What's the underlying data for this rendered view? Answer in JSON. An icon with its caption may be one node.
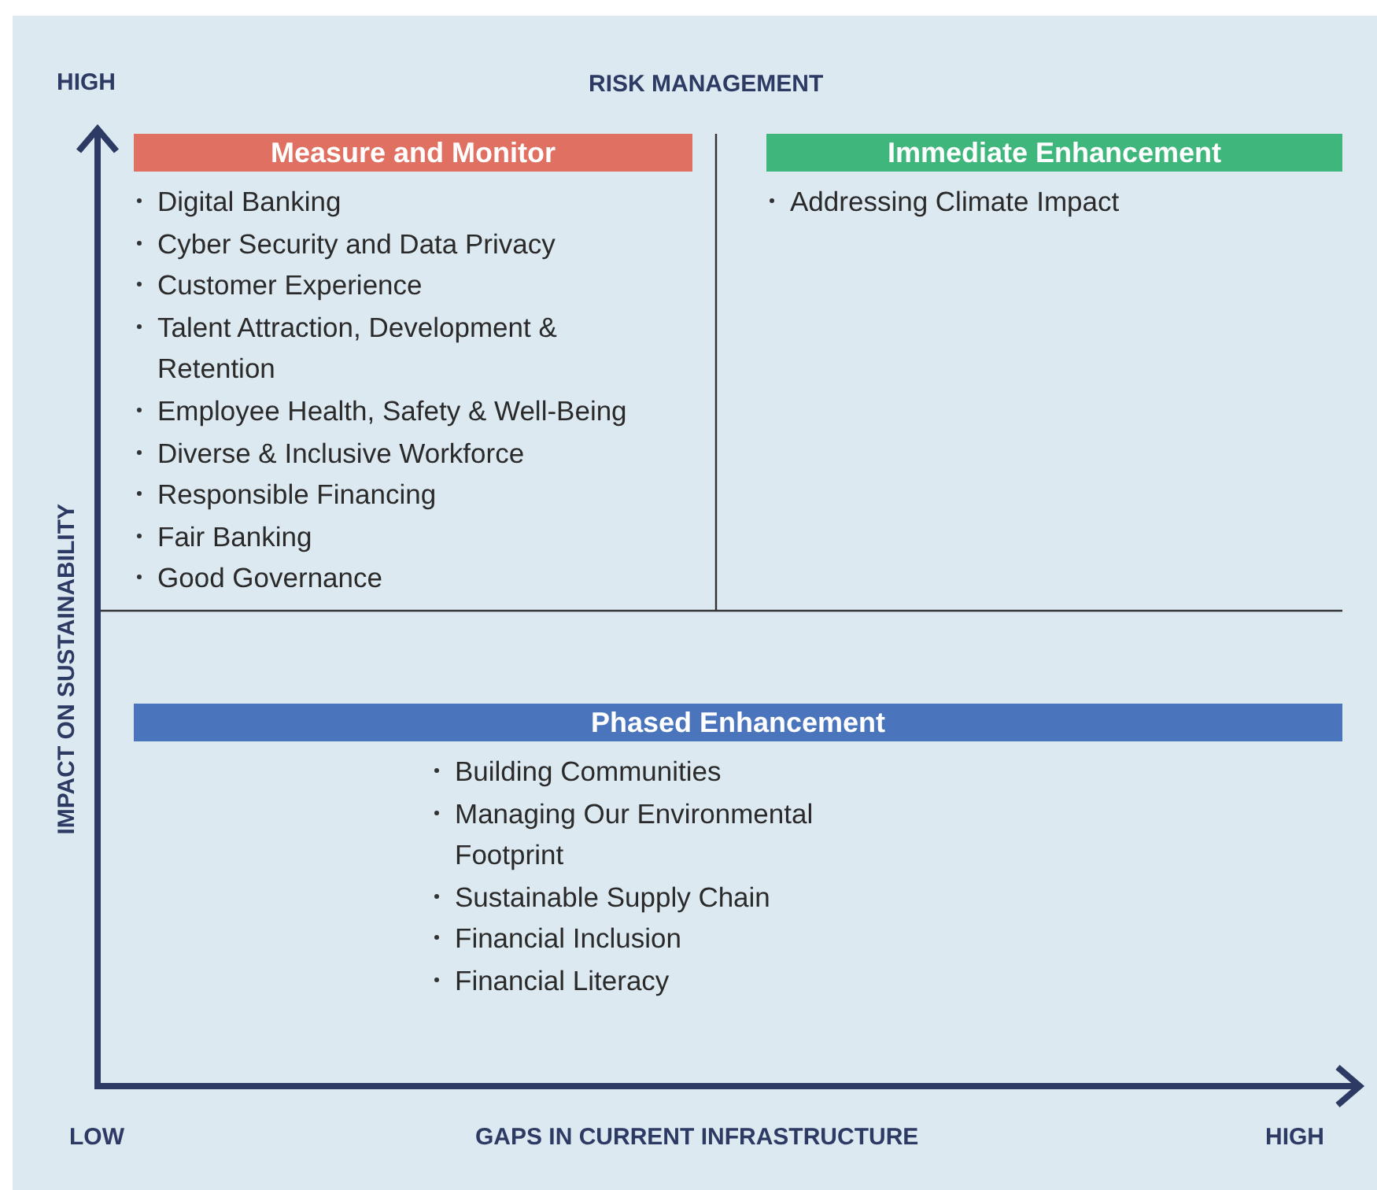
{
  "diagram": {
    "nodes": [
      {
        "text": [
          "Measure and Monitor",
          "Digital Banking",
          "Cyber Security and Data Privacy",
          "Customer Experience",
          "Talent Attraction, Development & Retention",
          "Employee Health, Safety & Well-Being",
          "Diverse & Inclusive Workforce",
          "Responsible Financing",
          "Fair Banking",
          "Good Governance"
        ]
      },
      {
        "text": [
          "Immediate Enhancement",
          "Addressing Climate Impact"
        ]
      },
      {
        "text": [
          "Phased Enhancement",
          "Building Communities",
          "Managing Our Environmental Footprint",
          "Sustainable Supply Chain",
          "Financial Inclusion",
          "Financial Literacy"
        ]
      }
    ],
    "edges": [],
    "labels": [
      "HIGH",
      "RISK MANAGEMENT",
      "IMPACT ON SUSTAINABILITY",
      "LOW",
      "GAPS IN CURRENT INFRASTRUCTURE",
      "HIGH"
    ]
  }
}
